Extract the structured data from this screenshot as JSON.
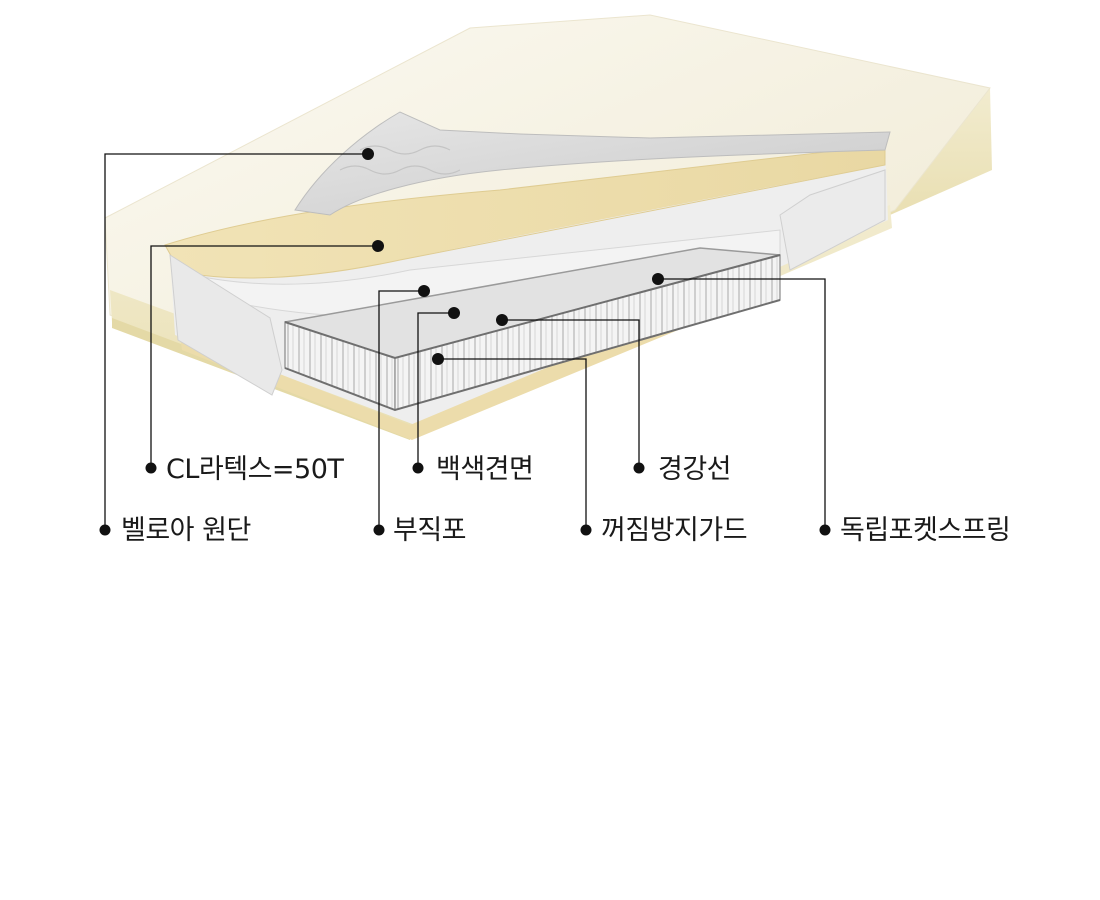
{
  "labels": {
    "velour_fabric": "벨로아 원단",
    "cl_latex": "CL라텍스=50T",
    "white_cotton": "백색견면",
    "nonwoven": "부직포",
    "anti_sag_guard": "꺼짐방지가드",
    "hardened_wire": "경강선",
    "pocket_spring": "독립포켓스프링"
  },
  "colors": {
    "cover": "#f6f3e8",
    "latex": "#efe2b8",
    "quilt": "#dcdcdc",
    "spring_mesh": "#d8d8d8",
    "leader_line": "#111111"
  }
}
